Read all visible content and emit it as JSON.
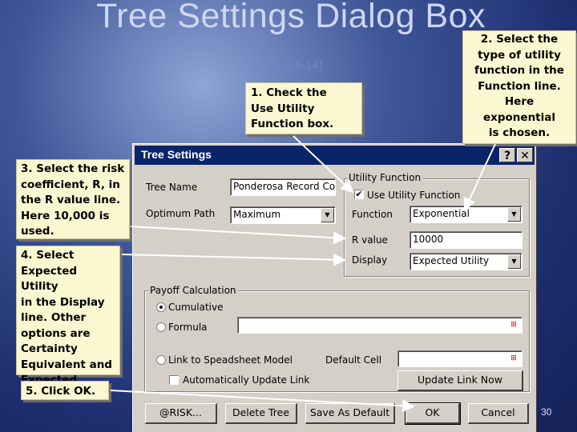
{
  "slide": {
    "title": "Tree Settings Dialog Box",
    "figure_ref": "(Figure 6-14)",
    "page_number": "30"
  },
  "callouts": {
    "c1": [
      "1.  Check the",
      "Use Utility",
      "Function box."
    ],
    "c2": [
      "2.  Select the",
      "type of utility",
      "function  in the",
      "Function line.",
      "Here exponential",
      "is chosen."
    ],
    "c3": [
      "3.  Select the risk",
      "coefficient, R, in",
      "the R value line.",
      "Here 10,000 is",
      "used."
    ],
    "c4": [
      "4.  Select",
      "Expected Utility",
      "in the Display",
      "line.  Other",
      "options are",
      "Certainty",
      "Equivalent and",
      "Expected Value."
    ],
    "c5": [
      "5.  Click OK."
    ]
  },
  "dialog": {
    "title": "Tree Settings",
    "help_label": "?",
    "close_label": "✕",
    "tree_name_label": "Tree Name",
    "tree_name_value": "Ponderosa Record Co",
    "optimum_path_label": "Optimum Path",
    "optimum_path_value": "Maximum",
    "utility_group_label": "Utility Function",
    "use_utility_label": "Use Utility Function",
    "use_utility_checked": true,
    "function_label": "Function",
    "function_value": "Exponential",
    "r_value_label": "R value",
    "r_value": "10000",
    "display_label": "Display",
    "display_value": "Expected Utility",
    "payoff_group_label": "Payoff Calculation",
    "cumulative_label": "Cumulative",
    "formula_label": "Formula",
    "formula_value": "",
    "link_label": "Link to Speadsheet Model",
    "default_cell_label": "Default Cell",
    "default_cell_value": "",
    "auto_update_label": "Automatically Update Link",
    "update_link_label": "Update Link Now",
    "buttons": {
      "risk": "@RISK...",
      "delete_tree": "Delete Tree",
      "save_default": "Save As Default",
      "ok": "OK",
      "cancel": "Cancel"
    },
    "selected_payoff": "Cumulative"
  },
  "colors": {
    "callout_bg": "#fbf8d1",
    "titlebar": "#0a246a",
    "dialog_bg": "#d4d0c8"
  }
}
